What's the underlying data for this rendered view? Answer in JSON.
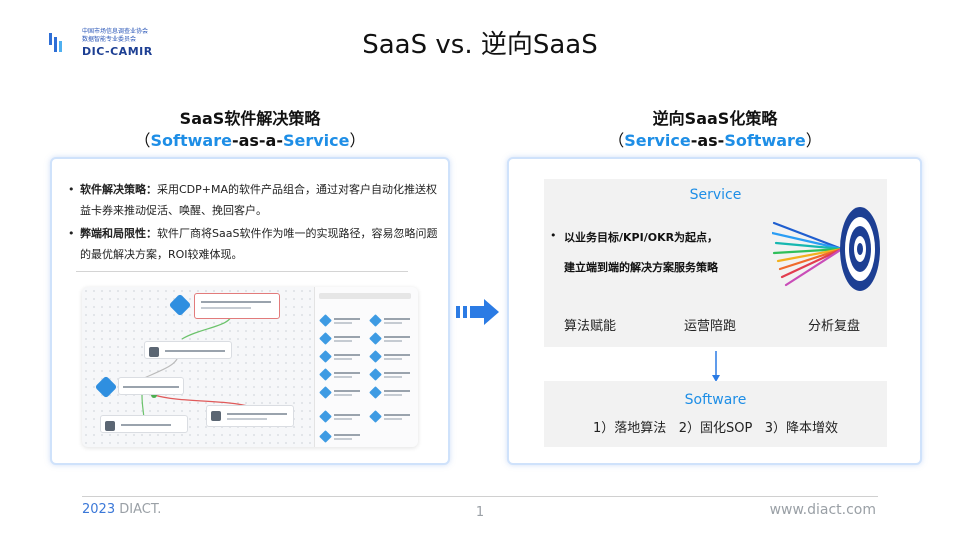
{
  "logo": {
    "org_line1": "中国市场信息调查业协会",
    "org_line2": "数据智能专业委员会",
    "name": "DIC-CAMIR"
  },
  "title": "SaaS vs. 逆向SaaS",
  "left": {
    "heading": "SaaS软件解决策略",
    "subtitle_open": "（",
    "subtitle_part1": "Software",
    "subtitle_part2": "-as-a-",
    "subtitle_part3": "Service",
    "subtitle_close": "）",
    "bullets": [
      {
        "label": "软件解决策略：",
        "text": "采用CDP+MA的软件产品组合，通过对客户自动化推送权益卡券来推动促活、唤醒、挽回客户。"
      },
      {
        "label": "弊端和局限性：",
        "text": "软件厂商将SaaS软件作为唯一的实现路径，容易忽略问题的最优解决方案，ROI较难体现。"
      }
    ]
  },
  "right": {
    "heading": "逆向SaaS化策略",
    "subtitle_open": "（",
    "subtitle_part1": "Service",
    "subtitle_part2": "-as-",
    "subtitle_part3": "Software",
    "subtitle_close": "）",
    "service": {
      "title": "Service",
      "bullet_line1": "以业务目标/KPI/OKR为起点，",
      "bullet_line2": "建立端到端的解决方案服务策略",
      "items": [
        "算法赋能",
        "运营陪跑",
        "分析复盘"
      ]
    },
    "software": {
      "title": "Software",
      "steps": "1）落地算法   2）固化SOP   3）降本增效"
    }
  },
  "footer": {
    "year": "2023",
    "org": "DIACT.",
    "page": "1",
    "url": "www.diact.com"
  },
  "colors": {
    "accent_blue": "#1e8ee6",
    "panel_border": "#cfe2fb",
    "arrow_blue": "#2b7be4"
  }
}
